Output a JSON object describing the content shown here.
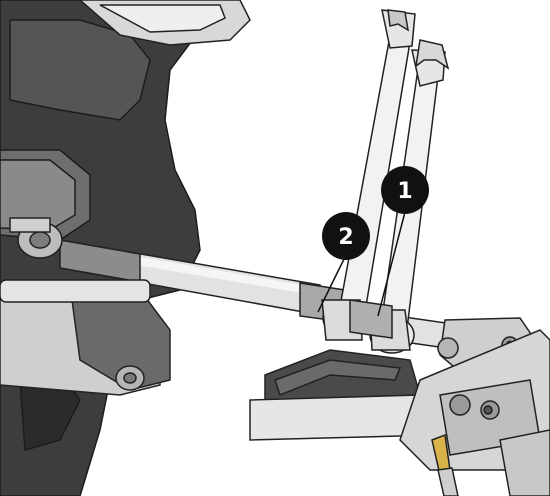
{
  "illustration": {
    "subject": "steering-linkage-wrench-adjustment",
    "colors": {
      "background": "#ffffff",
      "outline": "#222222",
      "dark_housing": "#3d3d3d",
      "mid_housing": "#7a7a7a",
      "metal_light": "#e6e6e6",
      "metal_mid": "#c9c9c9",
      "metal_dark": "#9a9a9a",
      "brass": "#d9b24a",
      "callout_fill": "#111111",
      "callout_text": "#ffffff"
    },
    "callouts": [
      {
        "id": "callout-1",
        "label": "1"
      },
      {
        "id": "callout-2",
        "label": "2"
      }
    ]
  }
}
